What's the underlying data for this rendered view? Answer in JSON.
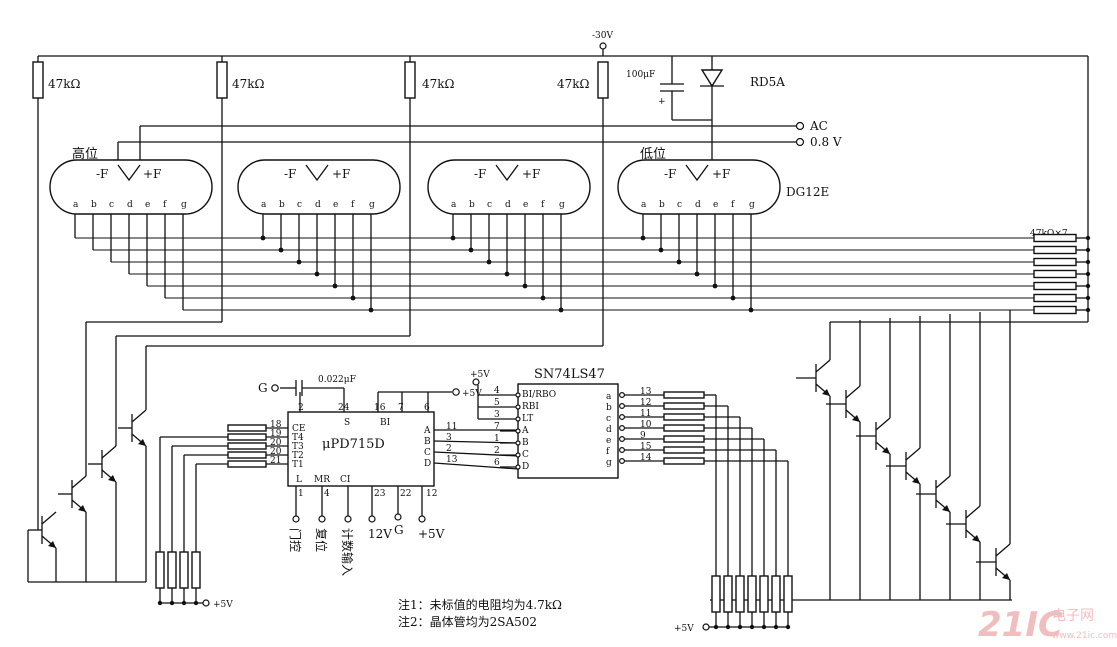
{
  "supply": {
    "neg30": "-30V",
    "pos5": "+5V",
    "v12": "12V",
    "gnd": "G"
  },
  "resistors": {
    "anode": "47kΩ",
    "array": "47kΩ×7"
  },
  "capacitors": {
    "c100": "100μF",
    "c022": "0.022μF",
    "plus": "+"
  },
  "diode": {
    "label": "RD5A"
  },
  "filament": {
    "ac": "AC",
    "dc": "0.8 V"
  },
  "tubes": {
    "part": "DG12E",
    "high": "高位",
    "low": "低位",
    "fil_neg": "-F",
    "fil_pos": "+F",
    "segments": [
      "a",
      "b",
      "c",
      "d",
      "e",
      "f",
      "g"
    ]
  },
  "counter": {
    "name": "μPD715D",
    "pins_top": [
      "2",
      "24",
      "16",
      "7",
      "6"
    ],
    "top_labels": [
      "S",
      "BI"
    ],
    "left_pins": [
      {
        "pin": "18",
        "name": "CE"
      },
      {
        "pin": "19",
        "name": "T4"
      },
      {
        "pin": "20",
        "name": "T3"
      },
      {
        "pin": "20",
        "name": "T2"
      },
      {
        "pin": "21",
        "name": "T1"
      }
    ],
    "right_pins": [
      {
        "pin": "11",
        "name": "A"
      },
      {
        "pin": "3",
        "name": "B"
      },
      {
        "pin": "2",
        "name": "C"
      },
      {
        "pin": "13",
        "name": "D"
      }
    ],
    "bottom_labels": [
      "L",
      "MR",
      "CI"
    ],
    "bottom_pins": [
      "1",
      "4",
      "23",
      "22",
      "12"
    ],
    "inputs": [
      "门控",
      "复位",
      "计数输入"
    ]
  },
  "decoder": {
    "name": "SN74LS47",
    "inputs": [
      "BI/RBO",
      "RBI",
      "LT",
      "A",
      "B",
      "C",
      "D"
    ],
    "input_pins": [
      "4",
      "5",
      "3",
      "7",
      "1",
      "2",
      "6"
    ],
    "outputs": [
      "a",
      "b",
      "c",
      "d",
      "e",
      "f",
      "g"
    ],
    "output_pins": [
      "13",
      "12",
      "11",
      "10",
      "9",
      "15",
      "14"
    ]
  },
  "notes": [
    "注1：未标值的电阻均为4.7kΩ",
    "注2：晶体管均为2SA502"
  ],
  "watermark": {
    "mark": "21IC",
    "site": "电子网",
    "url": "www.21ic.com"
  }
}
